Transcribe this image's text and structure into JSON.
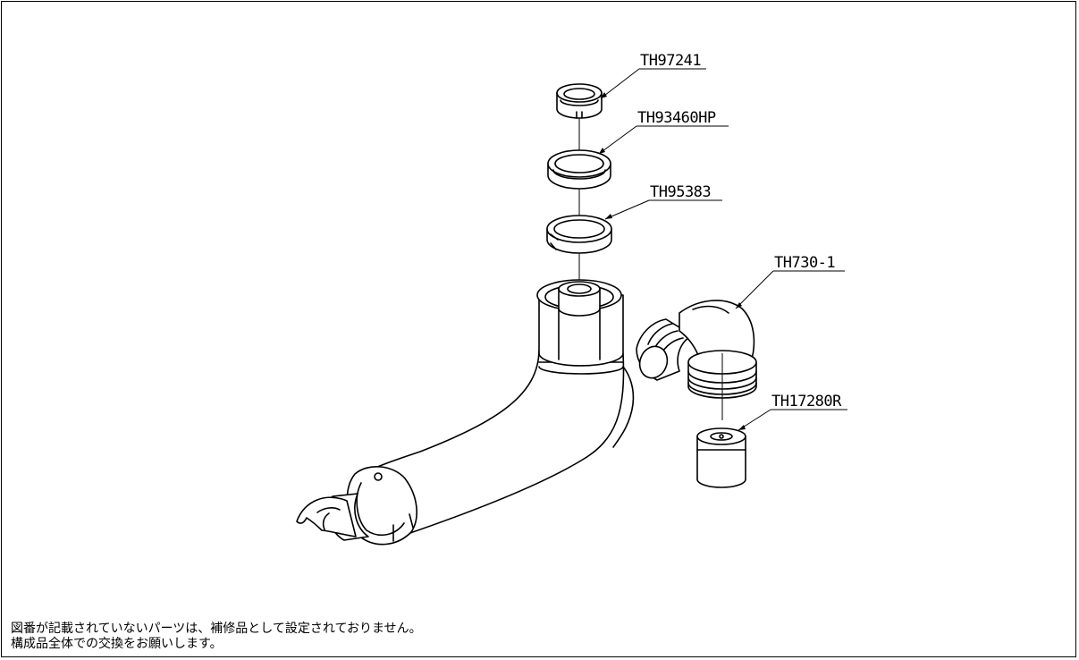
{
  "parts": {
    "p1": "TH97241",
    "p2": "TH93460HP",
    "p3": "TH95383",
    "p4": "TH730-1",
    "p5": "TH17280R"
  },
  "note": {
    "line1": "図番が記載されていないパーツは、補修品として設定されておりません。",
    "line2": "構成品全体での交換をお願いします。"
  }
}
